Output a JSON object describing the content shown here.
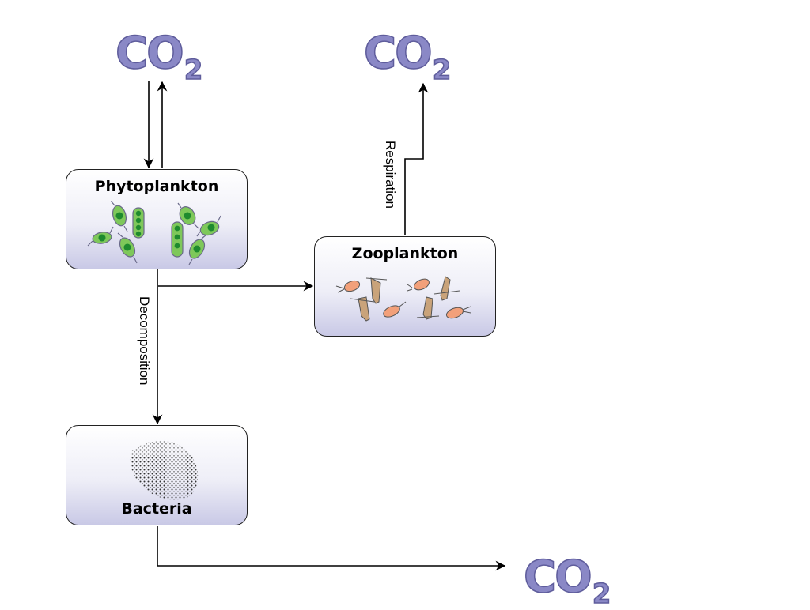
{
  "nodes": {
    "phytoplankton": {
      "title": "Phytoplankton"
    },
    "zooplankton": {
      "title": "Zooplankton"
    },
    "bacteria": {
      "title": "Bacteria"
    }
  },
  "co2": {
    "main": "CO",
    "sub": "2"
  },
  "edges": {
    "respiration": "Respiration",
    "decomposition": "Decomposition"
  },
  "colors": {
    "co2_fill": "#8a88c6",
    "co2_outline": "#5f5d9c",
    "box_gradient_bottom": "#c9c9e6",
    "phytoplankton_green": "#7ec85a",
    "phytoplankton_nucleus": "#1e8a2e",
    "zooplankton_orange": "#f2a07a"
  }
}
